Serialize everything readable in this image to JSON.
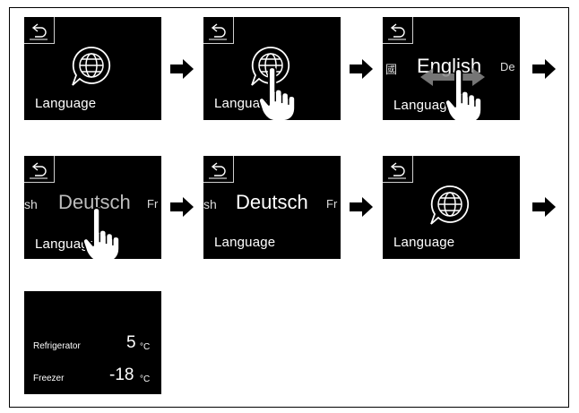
{
  "screens": {
    "s1": {
      "label": "Language"
    },
    "s2": {
      "label": "Language"
    },
    "s3": {
      "label": "Language",
      "left_side": "國",
      "main": "English",
      "right_side": "De"
    },
    "s4": {
      "label": "Language",
      "left_side": "sh",
      "main": "Deutsch",
      "right_side": "Fr"
    },
    "s5": {
      "label": "Language",
      "left_side": "sh",
      "main": "Deutsch",
      "right_side": "Fr"
    },
    "s6": {
      "label": "Language"
    },
    "s7": {
      "refrigerator_label": "Refrigerator",
      "refrigerator_value": "5",
      "refrigerator_unit": "°C",
      "freezer_label": "Freezer",
      "freezer_value": "-18",
      "freezer_unit": "°C"
    }
  },
  "icons": [
    "back-icon",
    "globe-speech-icon",
    "tap-hand-icon",
    "swipe-arrows-icon",
    "right-arrow-icon"
  ],
  "colors": {
    "screen_bg": "#000000",
    "screen_text": "#ffffff",
    "arrow": "#000000",
    "swipe_arrows": "#8a8a8a"
  }
}
